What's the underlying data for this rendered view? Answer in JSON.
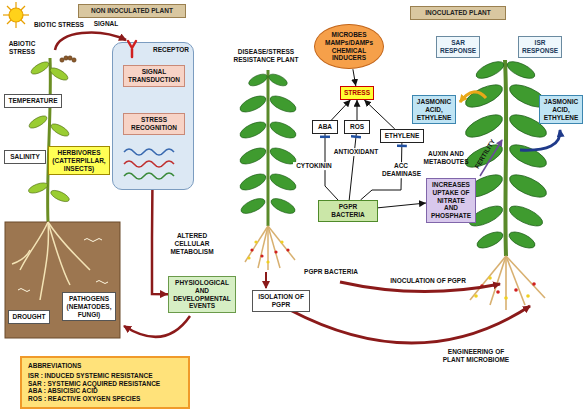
{
  "diagram": {
    "nodes": [
      {
        "text": [
          "NON INOCULATED PLANT"
        ]
      },
      {
        "text": [
          "RECEPTOR"
        ]
      },
      {
        "text": [
          "SIGNAL TRANSDUCTION"
        ],
        "in": 1
      },
      {
        "text": [
          "STRESS RECOGNITION"
        ],
        "in": 1
      },
      {
        "text": [
          "TEMPERATURE"
        ]
      },
      {
        "text": [
          "HERBIVORES (CATTERPILLAR, INSECTS)"
        ]
      },
      {
        "text": [
          "SALINITY"
        ]
      },
      {
        "text": [
          "DROUGHT"
        ]
      },
      {
        "text": [
          "PATHOGENS (NEMATODES, FUNGI)"
        ]
      },
      {
        "text": [
          "PHYSIOLOGICAL AND DEVELOPMENTAL EVENTS"
        ]
      },
      {
        "text": [
          "MICROBES MAMPs/DAMPs CHEMICAL INDUCERS"
        ]
      },
      {
        "text": [
          "STRESS"
        ]
      },
      {
        "text": [
          "ABA"
        ]
      },
      {
        "text": [
          "ROS"
        ]
      },
      {
        "text": [
          "ETHYLENE"
        ]
      },
      {
        "text": [
          "PGPR BACTERIA"
        ]
      },
      {
        "text": [
          "INCREASES UPTAKE OF NITRATE AND PHOSPHATE"
        ]
      },
      {
        "text": [
          "INOCULATED PLANT"
        ]
      },
      {
        "text": [
          "SAR RESPONSE"
        ]
      },
      {
        "text": [
          "ISR RESPONSE"
        ]
      },
      {
        "text": [
          "JASMONIC ACID, ETHYLENE"
        ]
      },
      {
        "text": [
          "JASMONIC ACID, ETHYLENE"
        ]
      },
      {
        "text": [
          "ISOLATION OF PGPR"
        ]
      },
      {
        "text": [
          "ABBREVIATIONS",
          "ISR : INDUCED SYSTEMIC RESISTANCE",
          "SAR : SYSTEMIC ACQUIRED RESISTANCE",
          "ABA : ABSICISIC ACID",
          "ROS : REACTIVE OXYGEN SPECIES"
        ]
      }
    ],
    "edges": [
      {
        "from": 2,
        "to": 3,
        "arrow": "to"
      },
      {
        "from": 1,
        "to": 9,
        "arrow": "to"
      },
      {
        "from": 15,
        "to": 12,
        "label": "CYTOKININ",
        "arrow": "to"
      },
      {
        "from": 15,
        "to": 13,
        "label": "ANTIOXIDANT",
        "arrow": "to"
      },
      {
        "from": 15,
        "to": 14,
        "label": "ACC DEAMINASE",
        "arrow": "to"
      },
      {
        "from": 12,
        "to": 11,
        "arrow": "to"
      },
      {
        "from": 13,
        "to": 11,
        "arrow": "to"
      },
      {
        "from": 14,
        "to": 11,
        "arrow": "to"
      },
      {
        "from": 15,
        "to": 16,
        "arrow": "to"
      },
      {
        "from": 10,
        "to": 11,
        "arrow": "to"
      }
    ],
    "labels": [
      "ABIOTIC STRESS",
      "BIOTIC STRESS",
      "SIGNAL",
      "ALTERED CELLULAR METABOLISM",
      "DISEASE/STRESS RESISTANCE PLANT",
      "AUXIN AND METABOUTES",
      "FERTILITY",
      "PGPR BACTERIA",
      "INOCULATION OF PGPR",
      "ENGINEERING OF PLANT MICROBIOME"
    ]
  }
}
